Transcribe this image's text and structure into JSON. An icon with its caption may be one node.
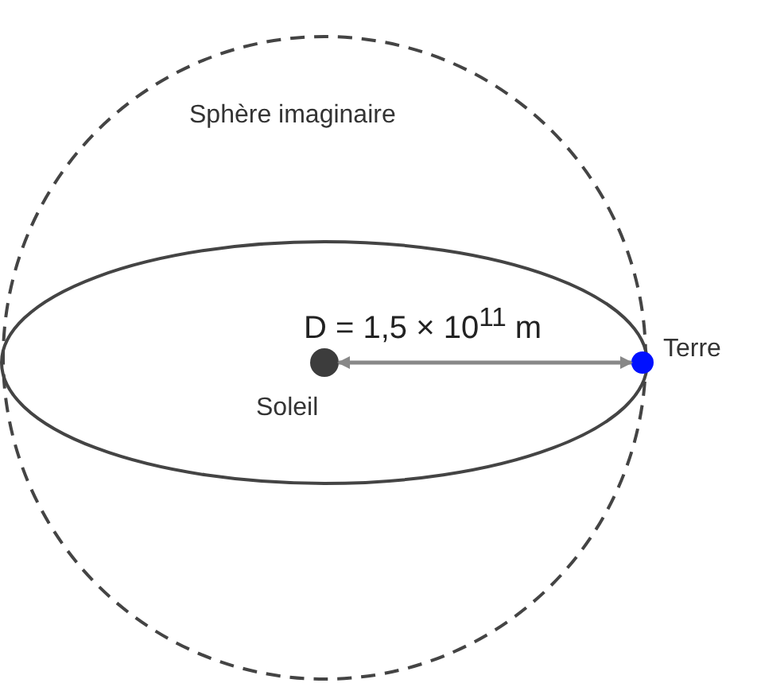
{
  "diagram": {
    "nodes": [
      {
        "text": [
          "Sphère imaginaire"
        ]
      },
      {
        "text": [
          "Soleil"
        ],
        "in": 0
      },
      {
        "text": [
          "Terre"
        ]
      }
    ],
    "edges": [
      {
        "from": 1,
        "to": 2,
        "arrow": "both",
        "label": "D = 1,5 × 10$^{11}$ m"
      }
    ]
  }
}
